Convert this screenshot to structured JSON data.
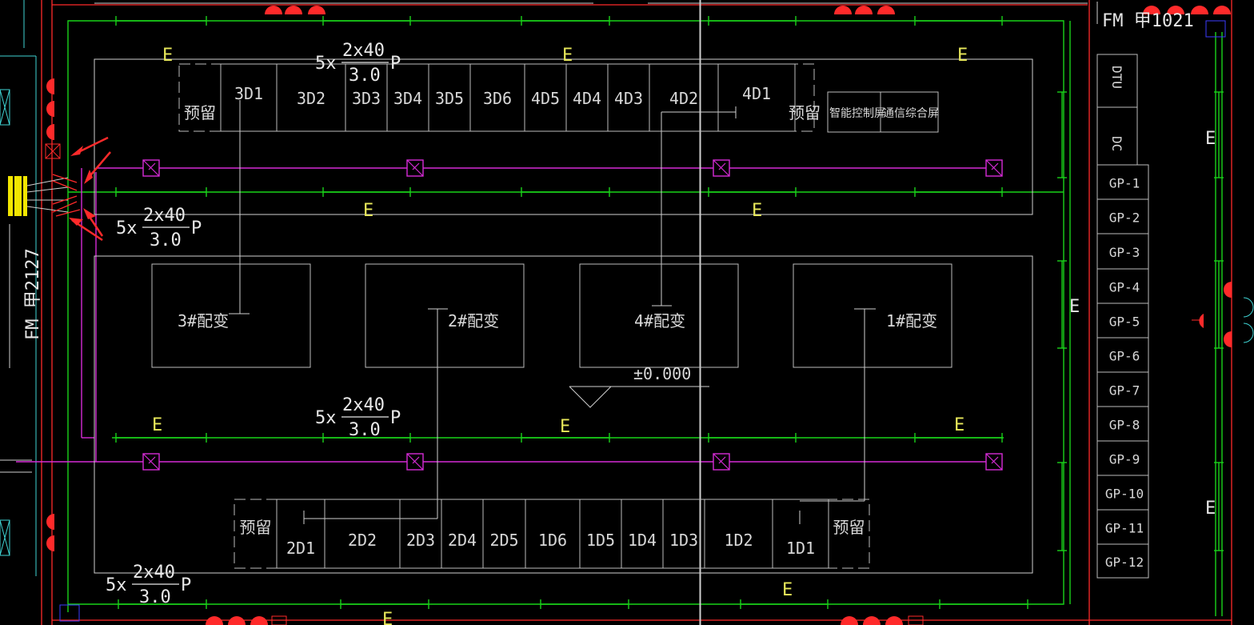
{
  "drawing": {
    "door_top_right": "FM 甲1021",
    "door_left": "FM 甲2127",
    "elevation_mark": "±0.000",
    "cable_count": "5x",
    "cable_numerator": "2x40",
    "cable_denominator": "3.0",
    "cable_suffix": "P",
    "grounding_label": "E",
    "top_row": [
      "预留",
      "3D1",
      "3D2",
      "3D3",
      "3D4",
      "3D5",
      "3D6",
      "4D5",
      "4D4",
      "4D3",
      "4D2",
      "4D1",
      "预留"
    ],
    "top_right_panels": [
      "智能控制屏",
      "通信综合屏"
    ],
    "bottom_row": [
      "预留",
      "2D1",
      "2D2",
      "2D3",
      "2D4",
      "2D5",
      "1D6",
      "1D5",
      "1D4",
      "1D3",
      "1D2",
      "1D1",
      "预留"
    ],
    "transformers": [
      "3#配变",
      "2#配变",
      "4#配变",
      "1#配变"
    ],
    "right_column_top": [
      "DTU",
      "DC"
    ],
    "gp_panels": [
      "GP-1",
      "GP-2",
      "GP-3",
      "GP-4",
      "GP-5",
      "GP-6",
      "GP-7",
      "GP-8",
      "GP-9",
      "GP-10",
      "GP-11",
      "GP-12"
    ]
  },
  "colors": {
    "background": "#000000",
    "wall_red": "#ff2a2a",
    "grounding_green": "#19d219",
    "lighting_magenta": "#d62bd6",
    "equipment_gray": "#bdbdbd",
    "label_yellow": "#e8e85a",
    "cable_tray_yellow": "#f2e600",
    "window_cyan": "#3fd4d4"
  },
  "icons": [
    "light-fixture-icon",
    "fire-speaker-icon",
    "cable-tray-icon",
    "arrow-icon",
    "exit-box-icon"
  ]
}
